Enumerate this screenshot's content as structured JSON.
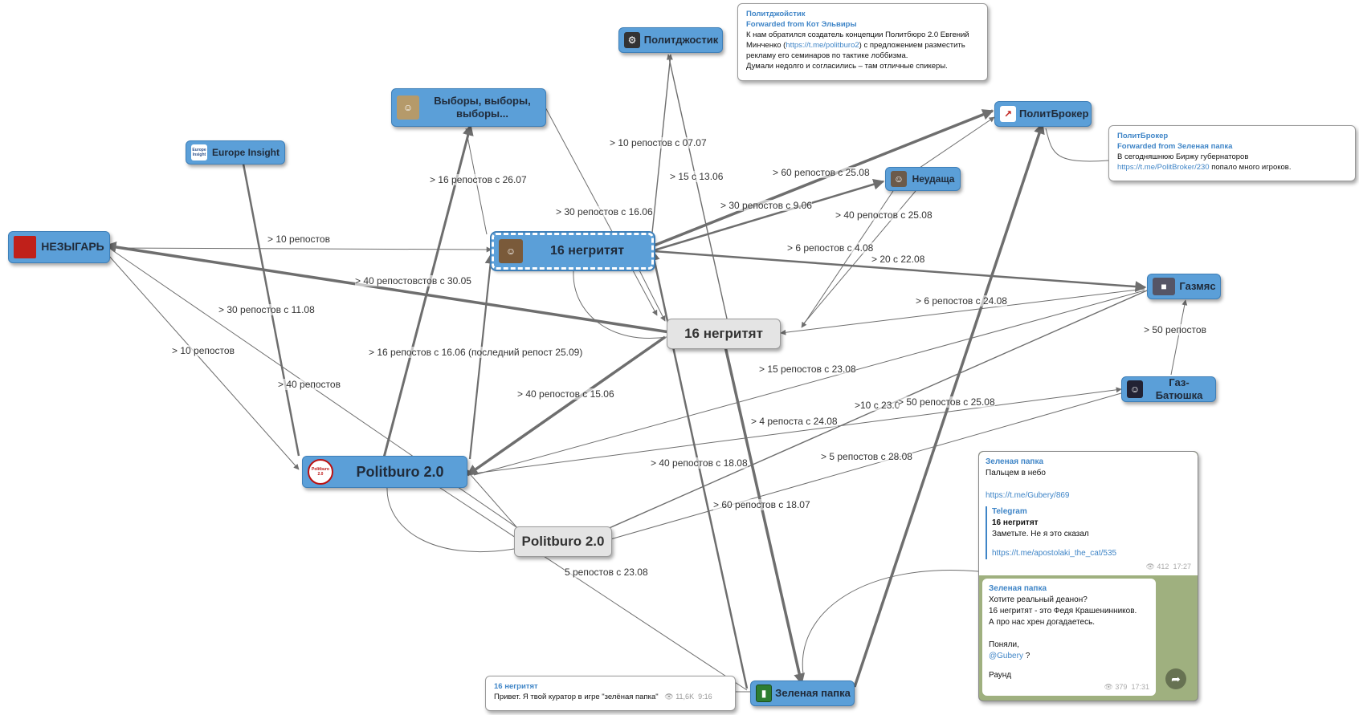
{
  "nodes": {
    "politdzhostik": "Политджостик",
    "vybory": "Выборы, выборы, выборы...",
    "europe": "Europe Insight",
    "nezygar": "НЕЗЫГАРЬ",
    "neg16_sel": "16 негритят",
    "neg16": "16 негритят",
    "neudacha": "Неудаща",
    "politbroker": "ПолитБрокер",
    "gazmyas": "Газмяс",
    "gazbatyushka": "Газ-Батюшка",
    "politburo": "Politburo 2.0",
    "politburo_grey": "Politburo 2.0",
    "zelenaya": "Зеленая папка"
  },
  "avatar_icons": {
    "europe": "Europe Insight",
    "politburo": "Politburo 2.0"
  },
  "edges": [
    "> 10 репостов",
    "> 10 репостов с 07.07",
    "> 15 с 13.06",
    "> 16 репостов с 26.07",
    "> 30 репостов с 16.06",
    "> 60 репостов с 25.08",
    "> 30 репостов с 9.06",
    "> 40 репостов с 25.08",
    "> 6 репостов с 4.08",
    "> 20 с 22.08",
    "> 40 репостовстов с 30.05",
    "> 30 репостов с 11.08",
    "> 10 репостов",
    "> 40 репостов",
    "> 16 репостов с 16.06 (последний репост 25.09)",
    "> 6 репостов с 24.08",
    "> 50 репостов",
    "> 40 репостов с 15.06",
    "> 15 репостов с 23.08",
    ">10 с 23.0",
    "> 50 репостов с 25.08",
    "> 4 репоста с 24.08",
    "> 5 репостов с 28.08",
    "> 40 репостов с 18.08",
    "> 60 репостов с 18.07",
    "5 репостов с 23.08"
  ],
  "cards": {
    "politdzhostik": {
      "channel": "Политджойстик",
      "forwarded": "Forwarded from Кот Эльвиры",
      "line1": "К нам обратился создатель концепции Политбюро 2.0 Евгений",
      "line2_a": "Минченко (",
      "line2_link": "https://t.me/politburo2",
      "line2_b": ") с предложением разместить",
      "line3": "рекламу его семинаров по тактике лоббизма.",
      "line4": "Думали недолго и согласились – там отличные спикеры."
    },
    "politbroker": {
      "channel": "ПолитБрокер",
      "forwarded": "Forwarded from Зеленая папка",
      "line1": "В сегодняшнюю Биржу губернаторов",
      "link": "https://t.me/PolitBroker/230",
      "tail": " попало много игроков."
    },
    "neg16": {
      "channel": "16 негритят",
      "text": "Привет. Я твой куратор в игре \"зелёная папка\"",
      "views": "11,6K",
      "time": "9:16"
    },
    "zelenaya1": {
      "channel": "Зеленая папка",
      "text": "Пальцем в небо",
      "link": "https://t.me/Gubery/869",
      "q_channel": "Telegram",
      "q_title": "16 негритят",
      "q_text": "Заметьте. Не я это сказал",
      "q_link": "https://t.me/apostolaki_the_cat/535",
      "views": "412",
      "time": "17:27"
    },
    "zelenaya2": {
      "channel": "Зеленая папка",
      "line1": "Хотите реальный деанон?",
      "line2": "16 негритят - это Федя Крашенинников.",
      "line3": "А про нас хрен догадаетесь.",
      "line4": "Поняли,",
      "mention": "@Gubery",
      "mention_tail": " ?",
      "line5": "Раунд",
      "views": "379",
      "time": "17:31"
    }
  },
  "colors": {
    "node_blue": "#5b9fd8",
    "node_grey": "#e4e4e4",
    "edge": "#6e6e6e",
    "link": "#3f85c7"
  }
}
